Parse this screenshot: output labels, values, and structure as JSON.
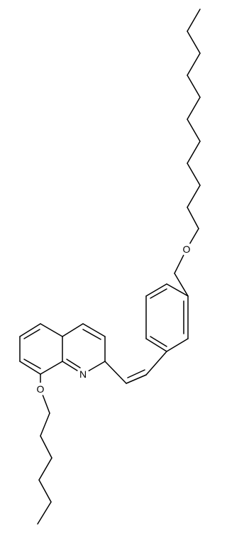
{
  "diagram": {
    "type": "chemical-structure",
    "line_color": "#000000",
    "background_color": "#ffffff",
    "atoms": {
      "ether_oxygen_top": "O",
      "quinoline_nitrogen": "N",
      "ether_oxygen_bottom": "O"
    }
  }
}
